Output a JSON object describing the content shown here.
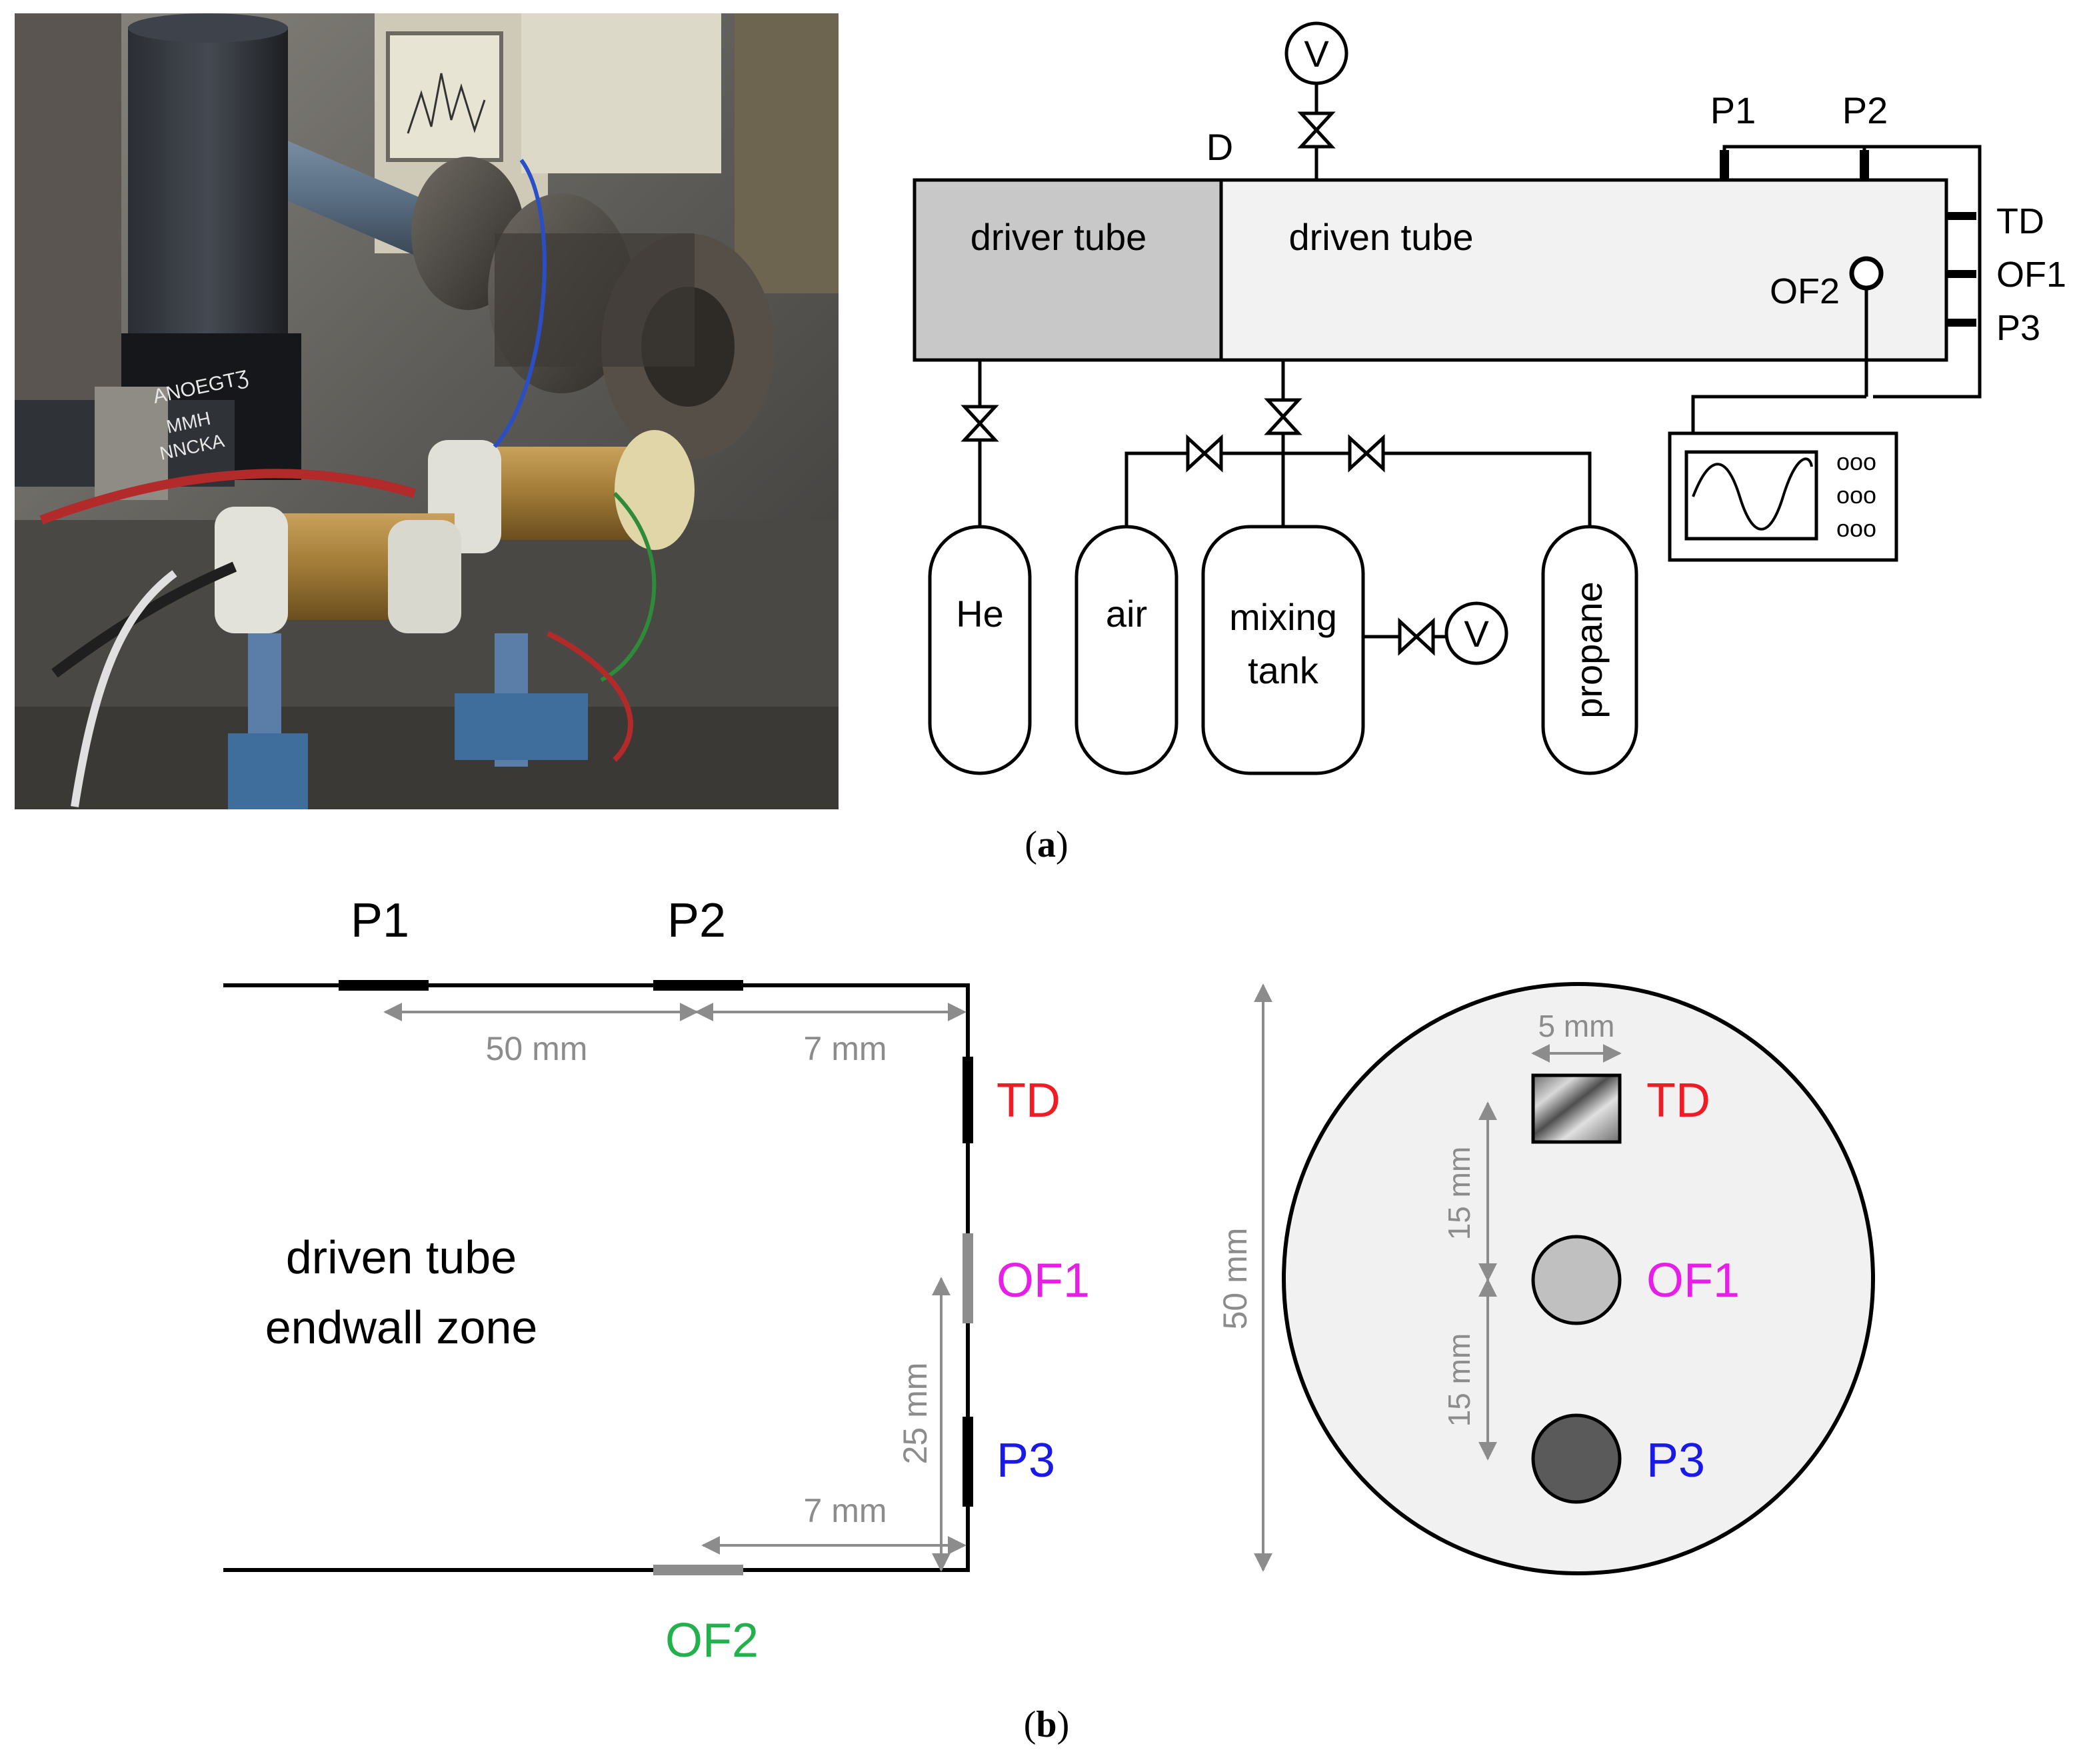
{
  "panel_a": {
    "caption_open": "(",
    "caption_letter": "a",
    "caption_close": ")",
    "photo": {
      "description_icon": "shock-tube-lab-photo"
    },
    "schematic": {
      "driver_tube": "driver tube",
      "driven_tube": "driven tube",
      "diaphragm": "D",
      "vacuum_top": "V",
      "vacuum_side": "V",
      "p1": "P1",
      "p2": "P2",
      "td": "TD",
      "of1": "OF1",
      "p3": "P3",
      "of2": "OF2",
      "he": "He",
      "air": "air",
      "mixing_line1": "mixing",
      "mixing_line2": "tank",
      "propane": "propane",
      "scope_buttons": [
        "ooo",
        "ooo",
        "ooo"
      ]
    }
  },
  "panel_b": {
    "caption_open": "(",
    "caption_letter": "b",
    "caption_close": ")",
    "side": {
      "p1": "P1",
      "p2": "P2",
      "td": "TD",
      "of1": "OF1",
      "p3": "P3",
      "of2": "OF2",
      "dim_50": "50 mm",
      "dim_7_top": "7 mm",
      "dim_25": "25 mm",
      "dim_7_bottom": "7 mm",
      "zone_line1": "driven tube",
      "zone_line2": "endwall zone"
    },
    "endwall": {
      "dim_5": "5 mm",
      "dim_50": "50 mm",
      "dim_15_top": "15 mm",
      "dim_15_bottom": "15 mm",
      "td": "TD",
      "of1": "OF1",
      "p3": "P3"
    }
  },
  "colors": {
    "td": "#ee1c24",
    "of1": "#e61ee6",
    "p3": "#1a1ae6",
    "of2": "#22b14c",
    "dimension": "#8c8c8c",
    "driver_fill": "#c8c8c8",
    "driven_fill": "#f2f2f2"
  }
}
